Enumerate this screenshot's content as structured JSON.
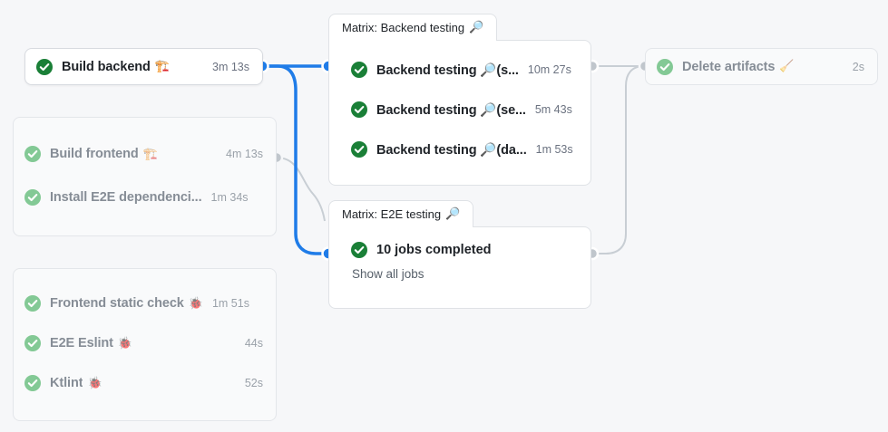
{
  "theme": {
    "page_background": "#f6f7f9",
    "card_background": "#ffffff",
    "muted_card_background": "#f9fafb",
    "border_color": "#dfe2e6",
    "active_edge_color": "#1f7ce8",
    "muted_edge_color": "#c8ced4",
    "success_green": "#1a7f37",
    "success_green_muted": "#83c995",
    "text_primary": "#1f2328",
    "text_muted": "#868d96",
    "duration_text": "#6b7280"
  },
  "graph": {
    "nodes": {
      "build_backend": {
        "label": "Build backend",
        "emoji": "🏗️",
        "duration": "3m 13s",
        "status": "success",
        "state": "active"
      },
      "frontend_group": {
        "state": "muted",
        "jobs": [
          {
            "label": "Build frontend",
            "emoji": "🏗️",
            "duration": "4m 13s",
            "status": "success",
            "truncated": false
          },
          {
            "label": "Install E2E dependenci...",
            "emoji": "",
            "duration": "1m 34s",
            "status": "success",
            "truncated": true
          }
        ]
      },
      "checks_group": {
        "state": "muted",
        "jobs": [
          {
            "label": "Frontend static check",
            "emoji": "🐞",
            "duration": "1m 51s",
            "status": "success",
            "truncated": true
          },
          {
            "label": "E2E Eslint",
            "emoji": "🐞",
            "duration": "44s",
            "status": "success",
            "truncated": false
          },
          {
            "label": "Ktlint",
            "emoji": "🐞",
            "duration": "52s",
            "status": "success",
            "truncated": false
          }
        ]
      },
      "matrix_backend": {
        "tab_label": "Matrix: Backend testing",
        "tab_emoji": "🔎",
        "state": "active",
        "jobs": [
          {
            "label": "Backend testing 🔎(s...",
            "duration": "10m 27s",
            "status": "success"
          },
          {
            "label": "Backend testing 🔎(se...",
            "duration": "5m 43s",
            "status": "success"
          },
          {
            "label": "Backend testing 🔎(da...",
            "duration": "1m 53s",
            "status": "success"
          }
        ]
      },
      "matrix_e2e": {
        "tab_label": "Matrix: E2E testing",
        "tab_emoji": "🔎",
        "state": "active",
        "summary_label": "10 jobs completed",
        "summary_status": "success",
        "show_all_link": "Show all jobs"
      },
      "delete_artifacts": {
        "label": "Delete artifacts",
        "emoji": "🧹",
        "duration": "2s",
        "status": "success",
        "state": "muted"
      }
    }
  }
}
